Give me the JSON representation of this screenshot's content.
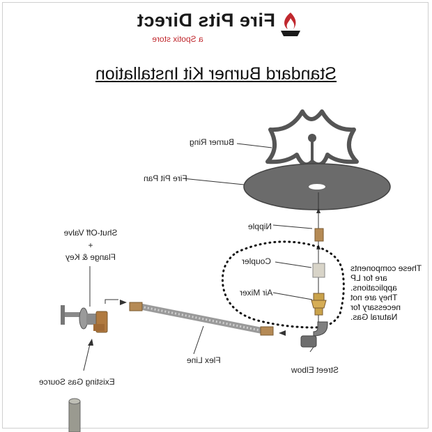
{
  "brand": {
    "name": "Fire Pits Direct",
    "sub": "a Spotix store",
    "colors": {
      "accent": "#c0282e",
      "dark": "#1a1a1a"
    },
    "logo_icon": "flame-bowl-icon"
  },
  "title": "Standard Burner Kit Installation",
  "labels": {
    "burner_ring": "Burner Ring",
    "fire_pit_pan": "Fire Pit Pan",
    "nipple": "Nipple",
    "coupler": "Coupler",
    "air_mixer": "Air Mixer",
    "shutoff_line1": "Shut-Off Valve",
    "shutoff_line2": "+",
    "shutoff_line3": "Flange & Key",
    "flex_line": "Flex Line",
    "street_elbow": "Street Elbow",
    "existing_gas_source": "Existing Gas Source"
  },
  "note": {
    "lines": [
      "These components",
      "are for LP",
      "applications.",
      "They are not",
      "necessary for",
      "Natural Gas."
    ]
  }
}
